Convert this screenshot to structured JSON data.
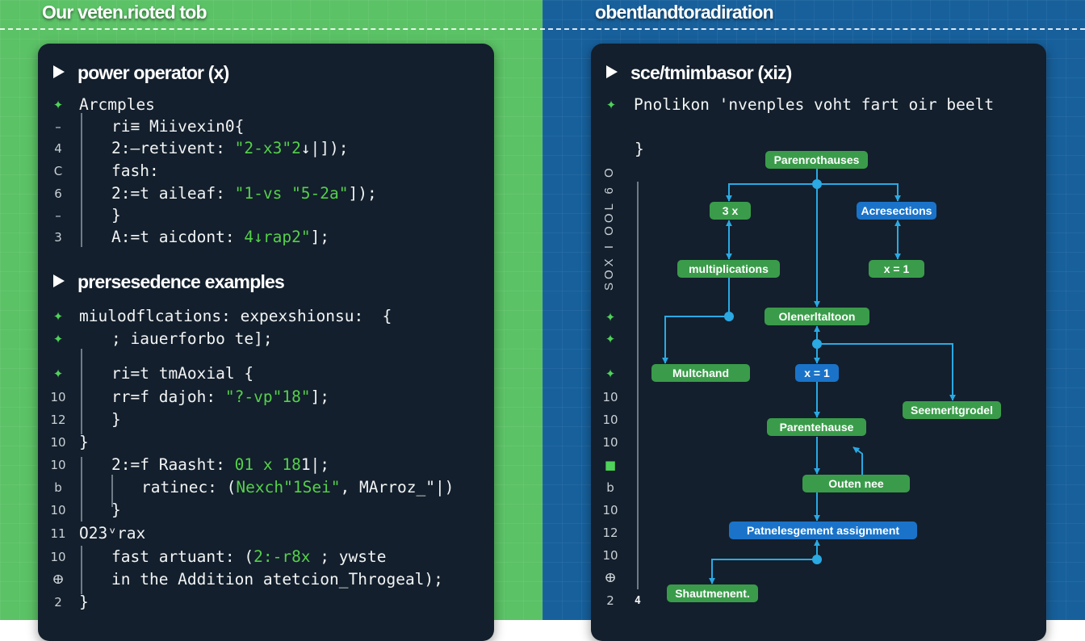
{
  "header": {
    "left_title": "Our veten.rioted tob",
    "right_title": "obentlandtoradiration"
  },
  "left_panel": {
    "heading_1": "power operator (x)",
    "heading_2": "prersesedence examples",
    "lines": [
      {
        "gutter": "✦",
        "segments": [
          {
            "t": "Arcmples",
            "c": "w"
          }
        ]
      },
      {
        "gutter": "–",
        "segments": [
          {
            "t": "ri≡ Miivexin0{",
            "c": "w"
          }
        ]
      },
      {
        "gutter": "4",
        "segments": [
          {
            "t": "2:–retivent: ",
            "c": "w"
          },
          {
            "t": "\"2-x3\"2",
            "c": "g"
          },
          {
            "t": "↓|]);",
            "c": "w"
          }
        ]
      },
      {
        "gutter": "C",
        "segments": [
          {
            "t": "fash:",
            "c": "w"
          }
        ]
      },
      {
        "gutter": "6",
        "segments": [
          {
            "t": "2:=t aileaf: ",
            "c": "w"
          },
          {
            "t": "\"1-vs \"5-2a\"",
            "c": "g"
          },
          {
            "t": "]);",
            "c": "w"
          }
        ]
      },
      {
        "gutter": "–",
        "segments": [
          {
            "t": "}",
            "c": "w"
          }
        ]
      },
      {
        "gutter": "3",
        "segments": [
          {
            "t": "A:=t aicdont: ",
            "c": "w"
          },
          {
            "t": "4↓rap2\"",
            "c": "g"
          },
          {
            "t": "];",
            "c": "w"
          }
        ]
      },
      {
        "gutter": "✦",
        "segments": [
          {
            "t": "miulodflcations: expexshionsu:  {",
            "c": "w"
          }
        ]
      },
      {
        "gutter": "✦",
        "segments": [
          {
            "t": "; iauerforbo te];",
            "c": "w"
          }
        ]
      },
      {
        "gutter": "✦",
        "segments": [
          {
            "t": "ri=t tmAoxial {",
            "c": "w"
          }
        ]
      },
      {
        "gutter": "10",
        "segments": [
          {
            "t": "rr=f dajoh: ",
            "c": "w"
          },
          {
            "t": "\"?-vp\"18\"",
            "c": "g"
          },
          {
            "t": "];",
            "c": "w"
          }
        ]
      },
      {
        "gutter": "12",
        "segments": [
          {
            "t": "}",
            "c": "w"
          }
        ]
      },
      {
        "gutter": "10",
        "segments": [
          {
            "t": "}",
            "c": "w"
          }
        ]
      },
      {
        "gutter": "10",
        "segments": [
          {
            "t": "2:=f Raasht: ",
            "c": "w"
          },
          {
            "t": "01 x 18",
            "c": "g"
          },
          {
            "t": "1|;",
            "c": "w"
          }
        ]
      },
      {
        "gutter": "b",
        "segments": [
          {
            "t": "ratinec: (",
            "c": "w"
          },
          {
            "t": "Nexch\"1Sei\"",
            "c": "g"
          },
          {
            "t": ", MArroz_\"|)",
            "c": "w"
          }
        ]
      },
      {
        "gutter": "10",
        "segments": [
          {
            "t": "}",
            "c": "w"
          }
        ]
      },
      {
        "gutter": "11",
        "segments": [
          {
            "t": "O23ᵛrax",
            "c": "w"
          }
        ]
      },
      {
        "gutter": "10",
        "segments": [
          {
            "t": "fast artuant: (",
            "c": "w"
          },
          {
            "t": "2:-r8x",
            "c": "g"
          },
          {
            "t": " ; ywste",
            "c": "w"
          }
        ]
      },
      {
        "gutter": "ⴲ",
        "segments": [
          {
            "t": "in the Addition atetcion_Throgeal);",
            "c": "w"
          }
        ]
      },
      {
        "gutter": "2",
        "segments": [
          {
            "t": "}",
            "c": "w"
          }
        ]
      }
    ]
  },
  "right_panel": {
    "heading": "sce/tmimbasor (xiz)",
    "subtitle_bullet": "✦",
    "subtitle": "Pnolikon 'nvenples voht fart oir beelt",
    "brace": "}",
    "vertical_gutter_text": "SOX I OOL 6 O",
    "gutter": [
      "✦",
      "✦",
      "✦",
      "10",
      "10",
      "10",
      "■",
      "b",
      "10",
      "12",
      "10",
      "ⴲ",
      "2"
    ],
    "corner_mark": "4",
    "nodes": [
      {
        "label": "Parenrothauses",
        "color": "green"
      },
      {
        "label": "3 x",
        "color": "green"
      },
      {
        "label": "Acresections",
        "color": "blue"
      },
      {
        "label": "multiplications",
        "color": "green"
      },
      {
        "label": "x = 1",
        "color": "green"
      },
      {
        "label": "Olenerltaltoon",
        "color": "green"
      },
      {
        "label": "Multchand",
        "color": "green"
      },
      {
        "label": "x = 1",
        "color": "blue"
      },
      {
        "label": "Seemerltgrodel",
        "color": "green"
      },
      {
        "label": "Parentehause",
        "color": "green"
      },
      {
        "label": "Outen nee",
        "color": "green"
      },
      {
        "label": "Patnelesgement assignment",
        "color": "blue"
      },
      {
        "label": "Shautmenent.",
        "color": "green"
      }
    ]
  },
  "colors": {
    "left_bg": "#5bc266",
    "right_bg": "#17609c",
    "panel": "#131f2c",
    "node_green": "#3a9c4a",
    "node_blue": "#1a73c9",
    "edge": "#2aa9e3",
    "code_green": "#55d04b"
  }
}
